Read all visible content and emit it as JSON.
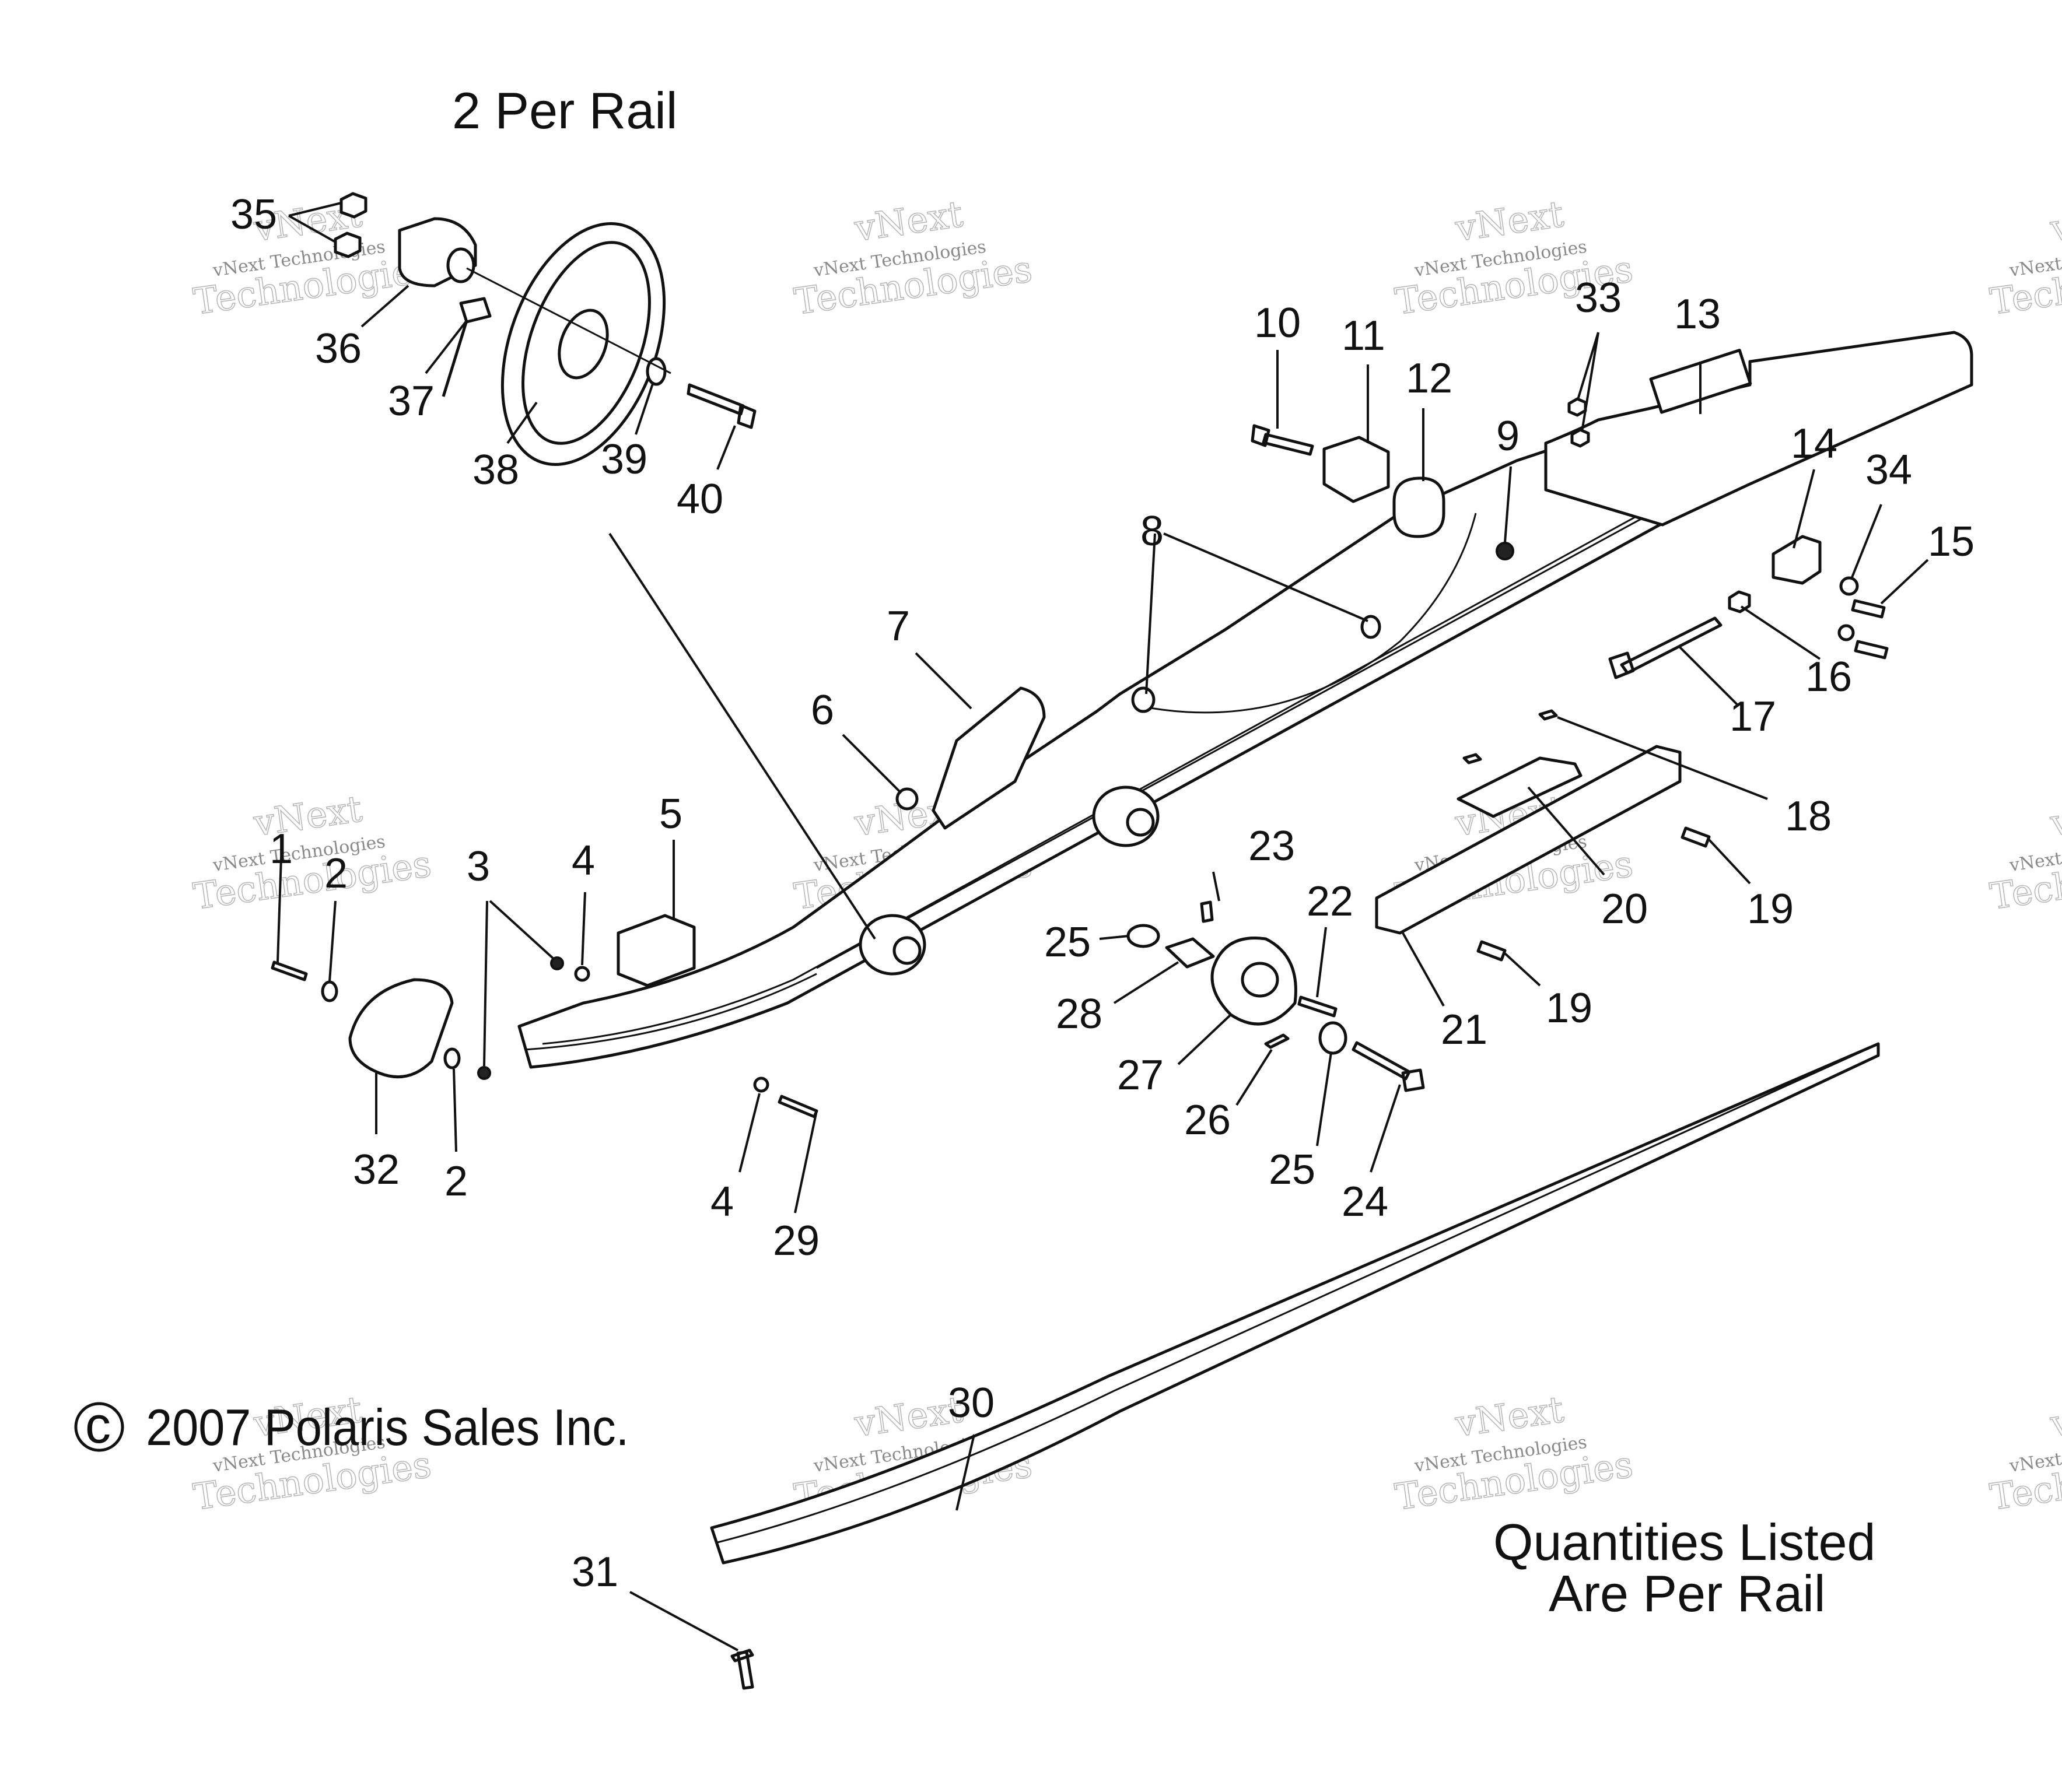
{
  "notes": {
    "per_rail_top": "2 Per Rail",
    "copyright_symbol": "c",
    "copyright_text": "2007 Polaris Sales Inc.",
    "quantities_line1": "Quantities Listed",
    "quantities_line2": "Are Per Rail"
  },
  "watermark": {
    "brand": "vNext",
    "company": "vNext Technologies",
    "word": "Technologies"
  },
  "callouts": [
    {
      "id": "c1",
      "text": "1"
    },
    {
      "id": "c2a",
      "text": "2"
    },
    {
      "id": "c2b",
      "text": "2"
    },
    {
      "id": "c3",
      "text": "3"
    },
    {
      "id": "c4a",
      "text": "4"
    },
    {
      "id": "c4b",
      "text": "4"
    },
    {
      "id": "c5",
      "text": "5"
    },
    {
      "id": "c6",
      "text": "6"
    },
    {
      "id": "c7",
      "text": "7"
    },
    {
      "id": "c8",
      "text": "8"
    },
    {
      "id": "c9",
      "text": "9"
    },
    {
      "id": "c10",
      "text": "10"
    },
    {
      "id": "c11",
      "text": "11"
    },
    {
      "id": "c12",
      "text": "12"
    },
    {
      "id": "c13",
      "text": "13"
    },
    {
      "id": "c14",
      "text": "14"
    },
    {
      "id": "c15",
      "text": "15"
    },
    {
      "id": "c16",
      "text": "16"
    },
    {
      "id": "c17",
      "text": "17"
    },
    {
      "id": "c18",
      "text": "18"
    },
    {
      "id": "c19a",
      "text": "19"
    },
    {
      "id": "c19b",
      "text": "19"
    },
    {
      "id": "c20",
      "text": "20"
    },
    {
      "id": "c21",
      "text": "21"
    },
    {
      "id": "c22",
      "text": "22"
    },
    {
      "id": "c23",
      "text": "23"
    },
    {
      "id": "c24",
      "text": "24"
    },
    {
      "id": "c25a",
      "text": "25"
    },
    {
      "id": "c25b",
      "text": "25"
    },
    {
      "id": "c26",
      "text": "26"
    },
    {
      "id": "c27",
      "text": "27"
    },
    {
      "id": "c28",
      "text": "28"
    },
    {
      "id": "c29",
      "text": "29"
    },
    {
      "id": "c30",
      "text": "30"
    },
    {
      "id": "c31",
      "text": "31"
    },
    {
      "id": "c32",
      "text": "32"
    },
    {
      "id": "c33",
      "text": "33"
    },
    {
      "id": "c34",
      "text": "34"
    },
    {
      "id": "c35",
      "text": "35"
    },
    {
      "id": "c36",
      "text": "36"
    },
    {
      "id": "c37",
      "text": "37"
    },
    {
      "id": "c38",
      "text": "38"
    },
    {
      "id": "c39",
      "text": "39"
    },
    {
      "id": "c40",
      "text": "40"
    }
  ]
}
